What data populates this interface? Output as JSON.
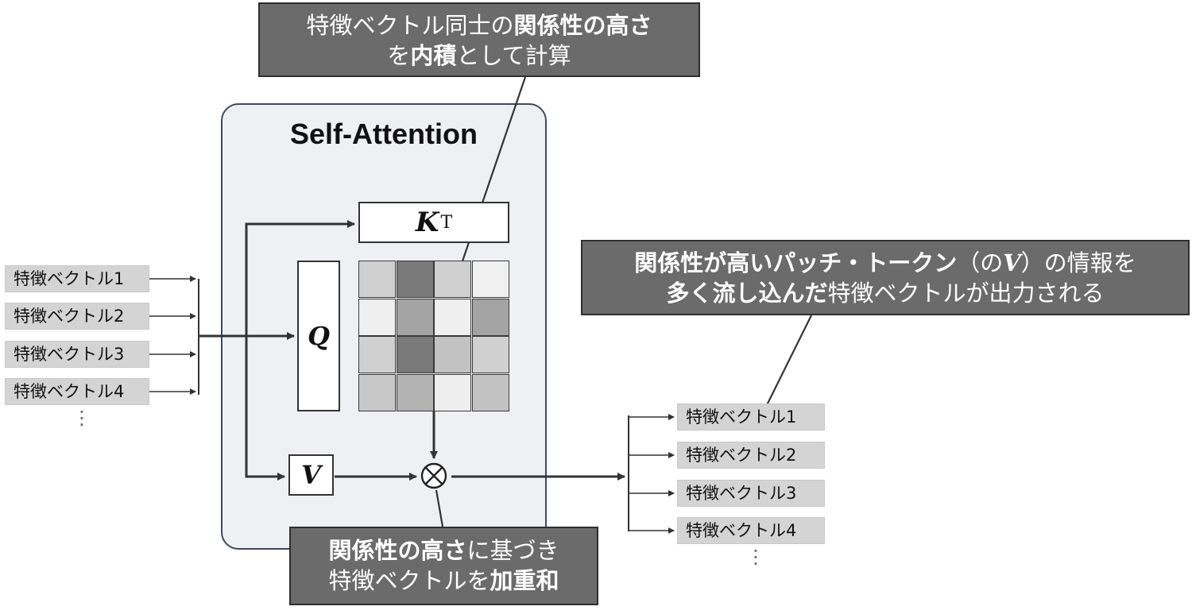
{
  "panel": {
    "title": "Self-Attention"
  },
  "boxes": {
    "k_symbol": "K",
    "k_superscript": "T",
    "q_symbol": "Q",
    "v_symbol": "V"
  },
  "inputs": [
    "特徴ベクトル1",
    "特徴ベクトル2",
    "特徴ベクトル3",
    "特徴ベクトル4"
  ],
  "outputs": [
    "特徴ベクトル1",
    "特徴ベクトル2",
    "特徴ベクトル3",
    "特徴ベクトル4"
  ],
  "continuation": "⋮",
  "matrix": {
    "note": "4x4 attention map, gray levels as lightness",
    "shades": [
      [
        "#d0d0d0",
        "#7a7a7a",
        "#d0d0d0",
        "#f0f0f0"
      ],
      [
        "#efefef",
        "#a4a4a4",
        "#efefef",
        "#a4a4a4"
      ],
      [
        "#d0d0d0",
        "#7a7a7a",
        "#c2c2c2",
        "#d0d0d0"
      ],
      [
        "#c8c8c8",
        "#b3b3b3",
        "#eeeeee",
        "#c2c2c2"
      ]
    ]
  },
  "callouts": {
    "top": {
      "l1_a": "特徴ベクトル同士の",
      "l1_b": "関係性の高さ",
      "l2_a": "を",
      "l2_b": "内積",
      "l2_c": "として計算"
    },
    "right": {
      "l1_a": "関係性が高いパッチ・トークン",
      "l1_b": "（の",
      "l1_v": "V",
      "l1_c": "）の情報を",
      "l2_a": "多く流し込んだ",
      "l2_b": "特徴ベクトルが出力される"
    },
    "bottom": {
      "l1_a": "関係性の高さ",
      "l1_b": "に基づき",
      "l2_a": "特徴ベクトルを",
      "l2_b": "加重和"
    }
  }
}
